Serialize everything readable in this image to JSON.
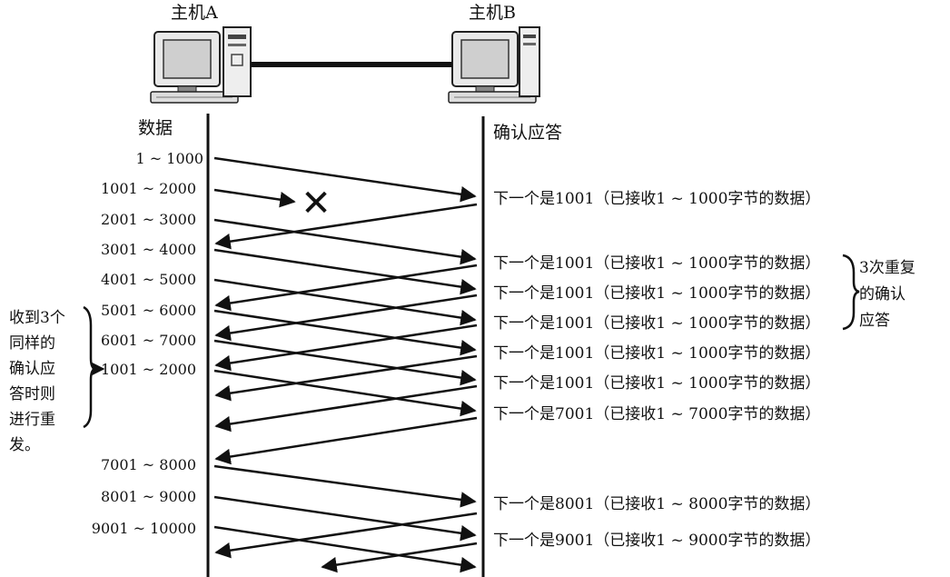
{
  "hosts": {
    "a": "主机A",
    "b": "主机B"
  },
  "columns": {
    "data": "数据",
    "ack": "确认应答"
  },
  "segments": [
    "1 ~ 1000",
    "1001 ~ 2000",
    "2001 ~ 3000",
    "3001 ~ 4000",
    "4001 ~ 5000",
    "5001 ~ 6000",
    "6001 ~ 7000",
    "1001 ~ 2000",
    "7001 ~ 8000",
    "8001 ~ 9000",
    "9001 ~ 10000"
  ],
  "acks": [
    "下一个是1001（已接收1 ~ 1000字节的数据）",
    "下一个是1001（已接收1 ~ 1000字节的数据）",
    "下一个是1001（已接收1 ~ 1000字节的数据）",
    "下一个是1001（已接收1 ~ 1000字节的数据）",
    "下一个是1001（已接收1 ~ 1000字节的数据）",
    "下一个是1001（已接收1 ~ 1000字节的数据）",
    "下一个是7001（已接收1 ~ 7000字节的数据）",
    "下一个是8001（已接收1 ~ 8000字节的数据）",
    "下一个是9001（已接收1 ~ 9000字节的数据）"
  ],
  "notes": {
    "dup_ack": [
      "3次重复",
      "的确认",
      "应答"
    ],
    "resend": [
      "收到3个",
      "同样的",
      "确认应",
      "答时则",
      "进行重",
      "发。"
    ]
  },
  "lost_marker": "✕"
}
